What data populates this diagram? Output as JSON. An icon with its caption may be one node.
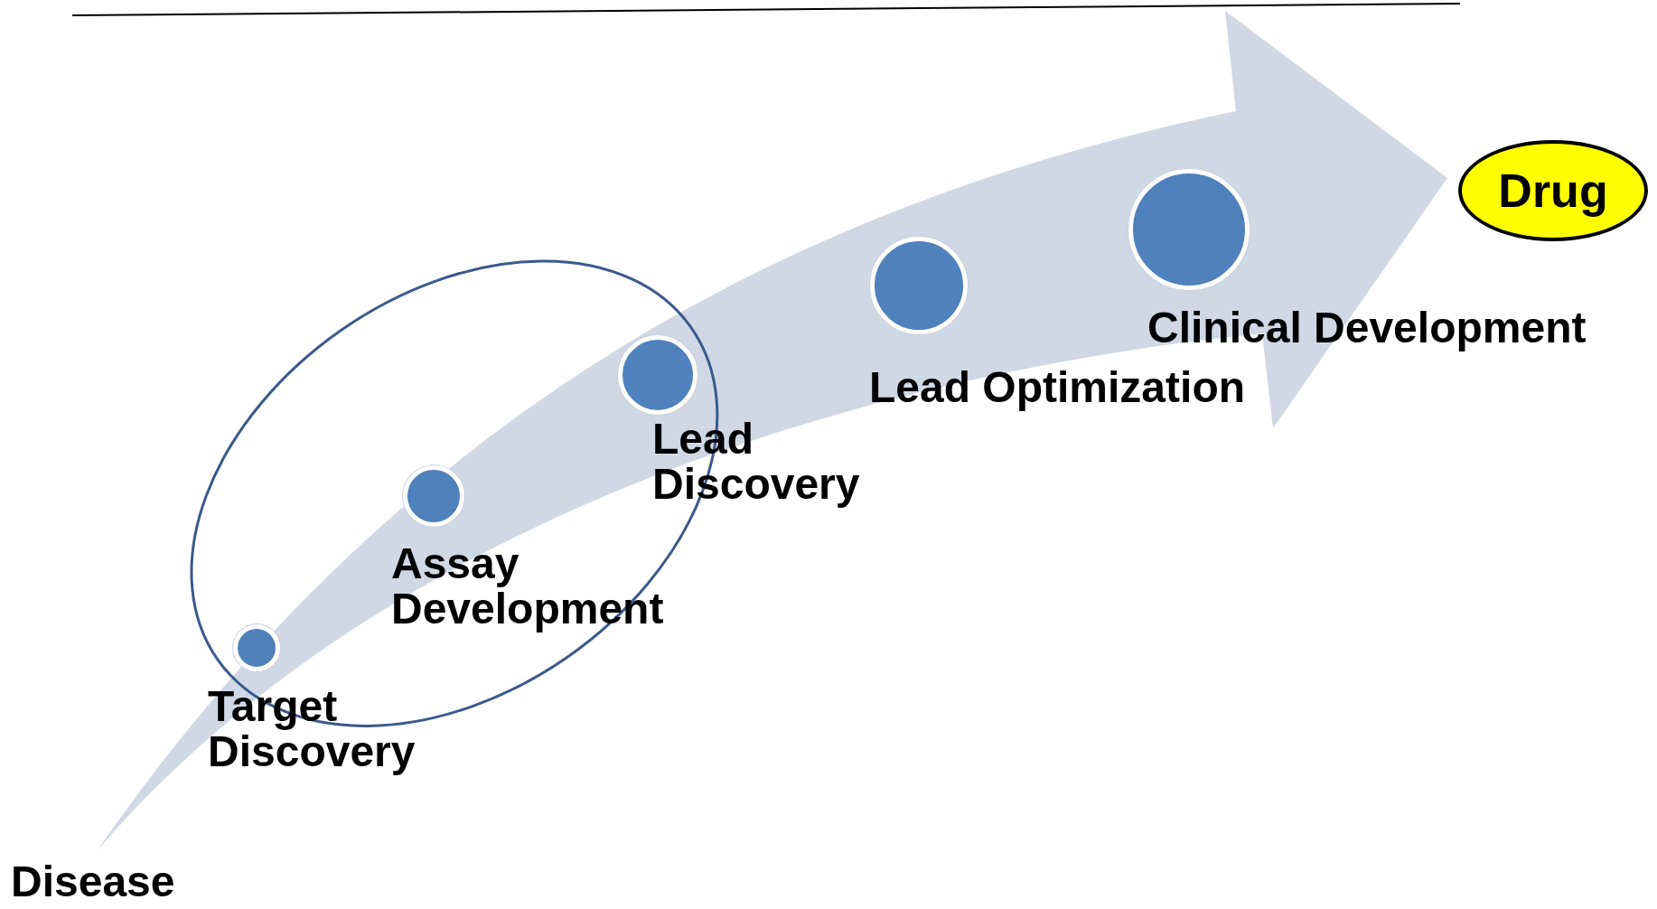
{
  "diagram": {
    "nodes": [
      {
        "text": [
          "Disease"
        ]
      },
      {
        "text": [
          "Drug"
        ]
      },
      {
        "text": [],
        "shape": "ellipse"
      },
      {
        "text": [],
        "shape": "circle",
        "in": 2,
        "beside": [
          "Target Discovery"
        ]
      },
      {
        "text": [],
        "shape": "circle",
        "in": 2,
        "beside": [
          "Assay Development"
        ]
      },
      {
        "text": [],
        "shape": "circle",
        "in": 2,
        "beside": [
          "Lead Discovery"
        ]
      },
      {
        "text": [],
        "shape": "circle",
        "beside": [
          "Lead Optimization"
        ]
      },
      {
        "text": [],
        "shape": "circle",
        "beside": [
          "Clinical Development"
        ]
      }
    ],
    "edges": [
      {
        "from": 0,
        "to": 1,
        "arrow": "to"
      }
    ]
  }
}
